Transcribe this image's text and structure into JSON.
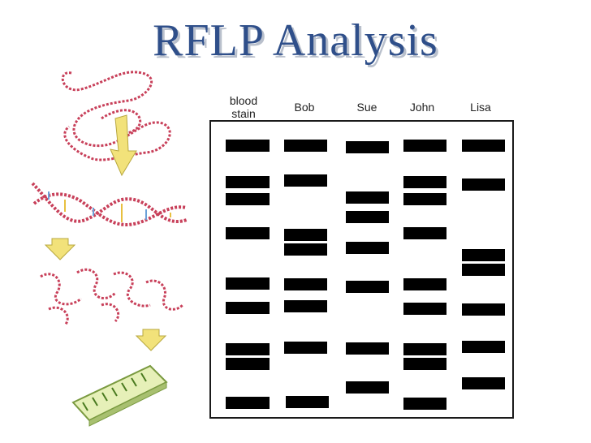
{
  "title": "RFLP Analysis",
  "columns": [
    {
      "label_line1": "blood",
      "label_line2": "stain"
    },
    {
      "label_line1": "Bob",
      "label_line2": ""
    },
    {
      "label_line1": "Sue",
      "label_line2": ""
    },
    {
      "label_line1": "John",
      "label_line2": ""
    },
    {
      "label_line1": "Lisa",
      "label_line2": ""
    }
  ],
  "colors": {
    "title": "#2f4f8a",
    "band": "#000000",
    "dna": "#c8405a",
    "arrow": "#f2e27a"
  }
}
